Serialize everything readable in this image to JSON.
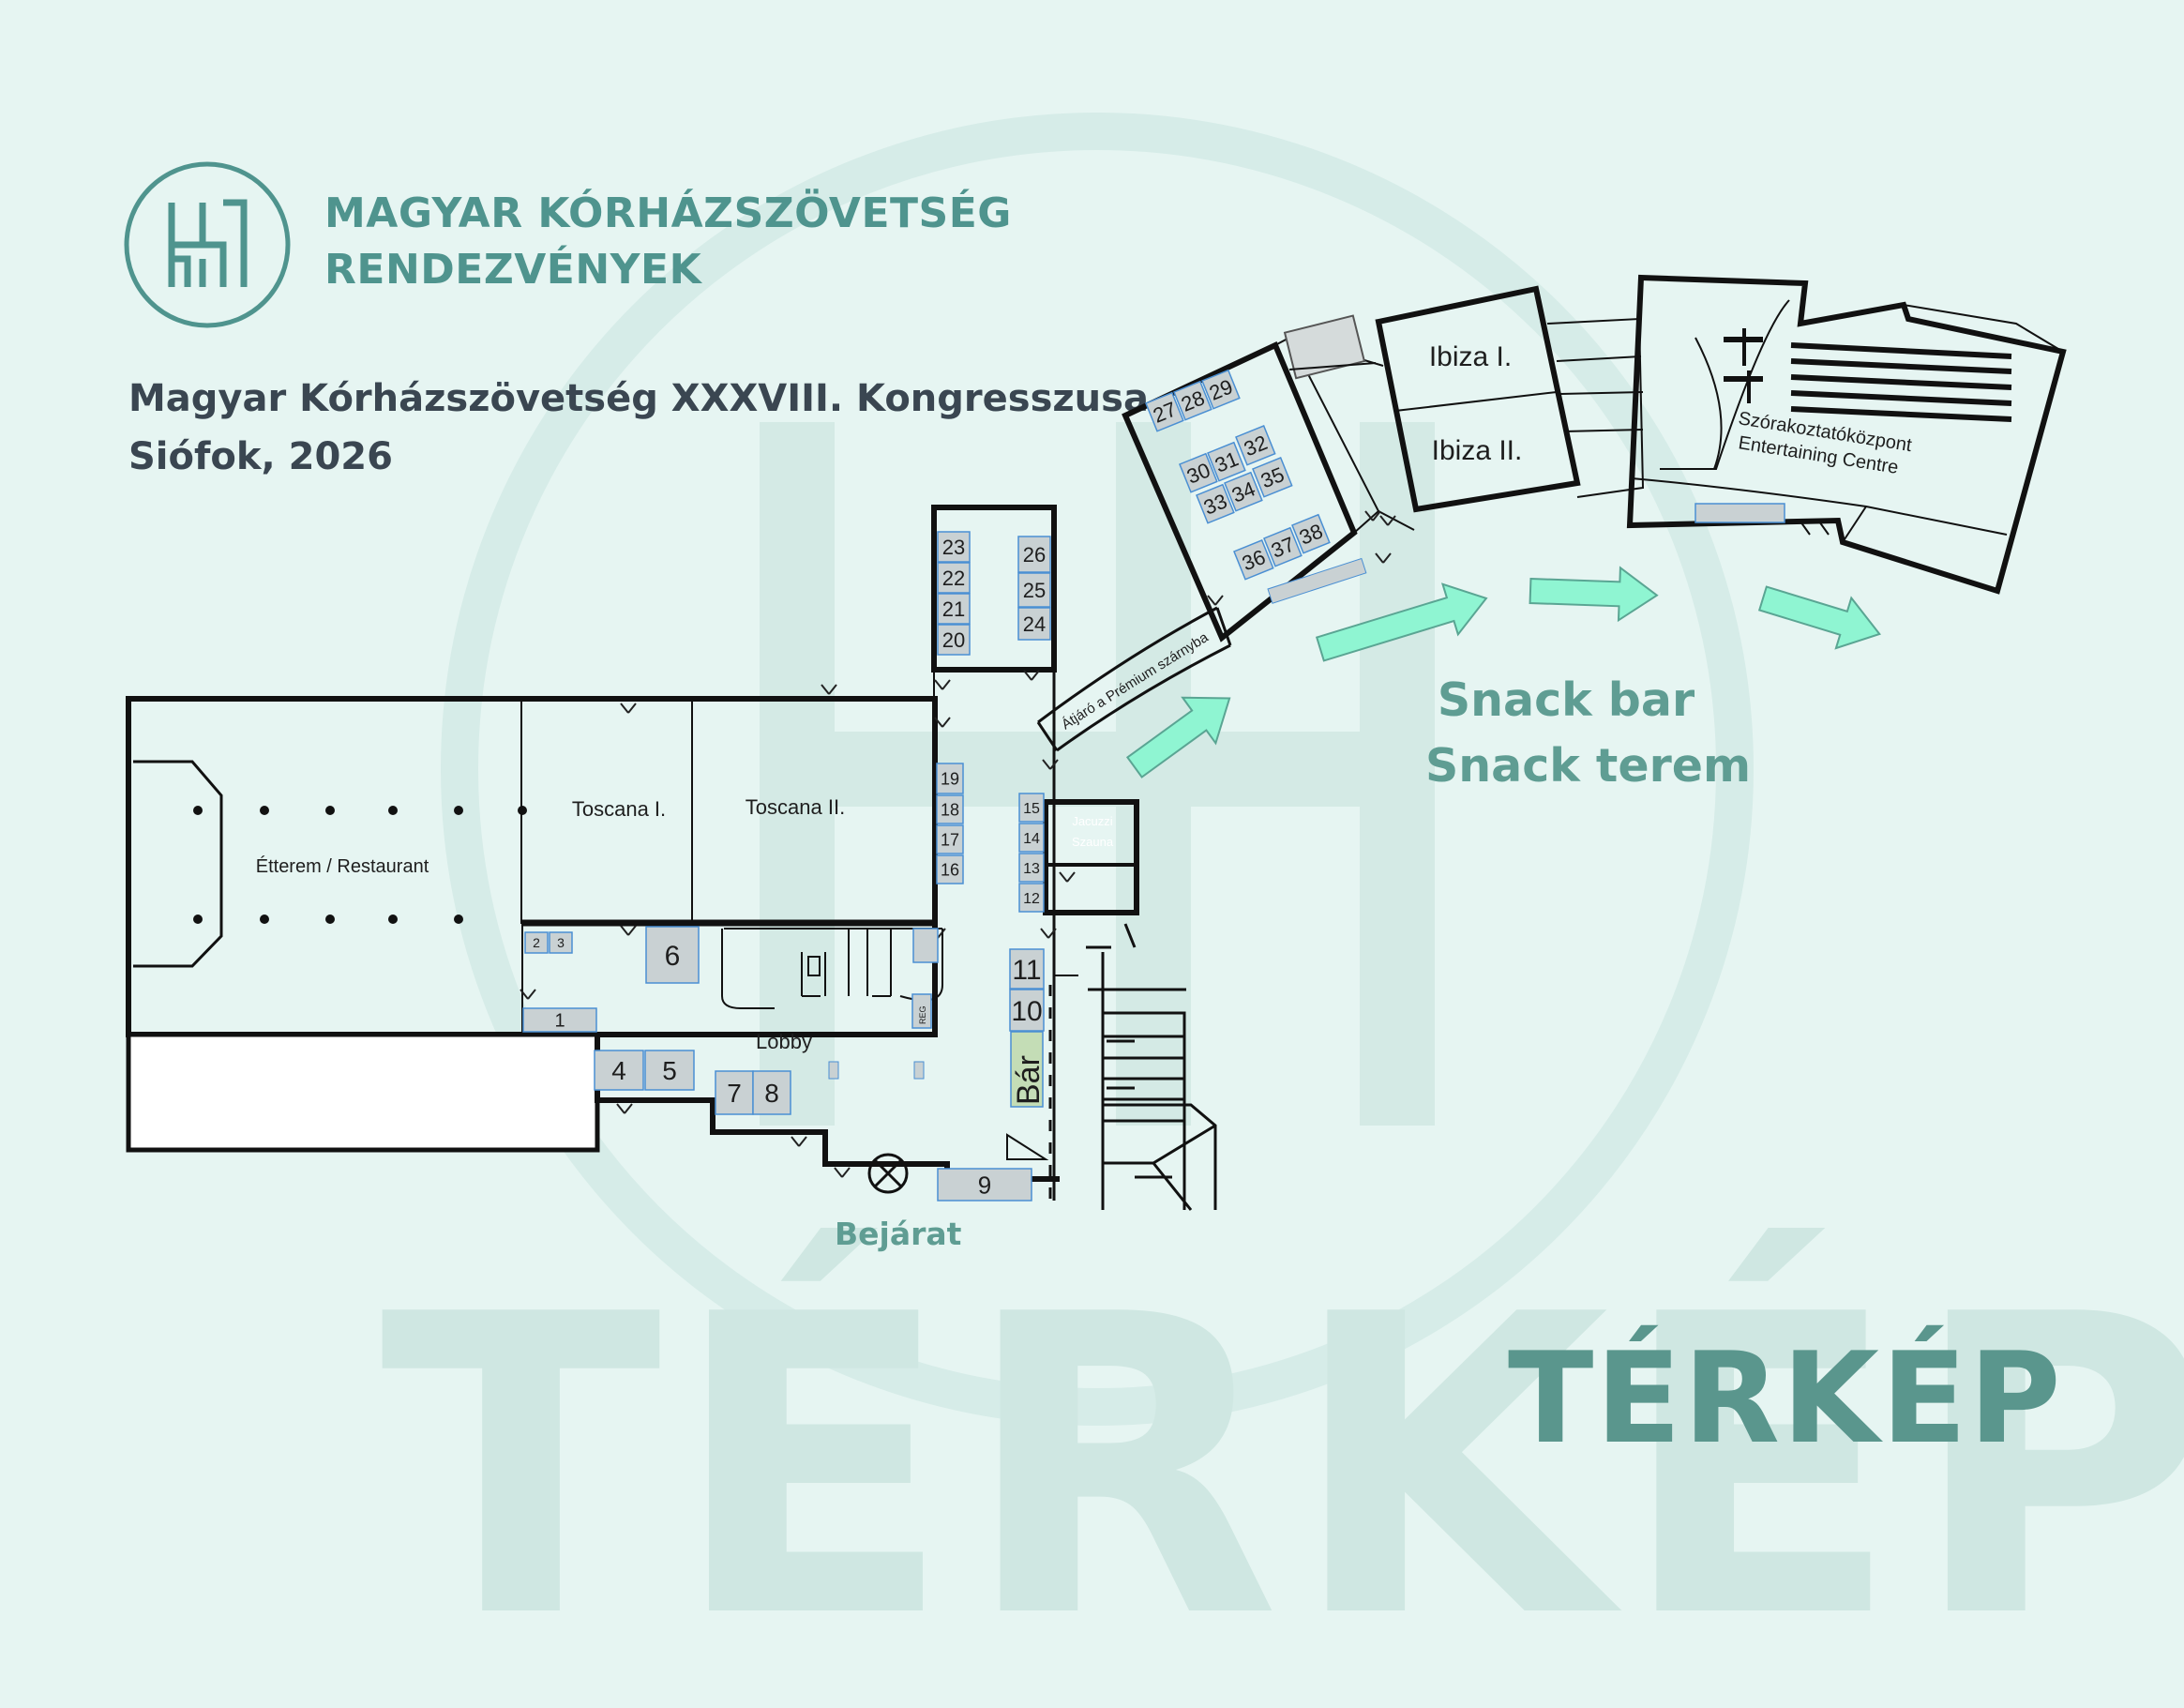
{
  "header": {
    "org_line1": "MAGYAR KÓRHÁZSZÖVETSÉG",
    "org_line2": "RENDEZVÉNYEK",
    "event_title": "Magyar Kórházszövetség XXXVIII. Kongresszusa",
    "event_place": "Siófok, 2026"
  },
  "rooms": {
    "restaurant": "Étterem / Restaurant",
    "toscana1": "Toscana I.",
    "toscana2": "Toscana II.",
    "lobby": "Lobby",
    "bar": "Bár",
    "reg": "REG",
    "ibiza1": "Ibiza I.",
    "ibiza2": "Ibiza II.",
    "entertaining_hu": "Szórakoztatóközpont",
    "entertaining_en": "Entertaining Centre",
    "corridor": "Átjáró a Prémium szárnyba",
    "small_room_a": "Jacuzzi",
    "small_room_b": "Szauna"
  },
  "booths": [
    "1",
    "2",
    "3",
    "4",
    "5",
    "6",
    "7",
    "8",
    "9",
    "10",
    "11",
    "12",
    "13",
    "14",
    "15",
    "16",
    "17",
    "18",
    "19",
    "20",
    "21",
    "22",
    "23",
    "24",
    "25",
    "26",
    "27",
    "28",
    "29",
    "30",
    "31",
    "32",
    "33",
    "34",
    "35",
    "36",
    "37",
    "38"
  ],
  "snack": {
    "line1": "Snack bar",
    "line2": "Snack terem"
  },
  "entrance": "Bejárat",
  "title_big": "TÉRKÉP",
  "colors": {
    "background": "#e6f5f2",
    "brand": "#4f948e",
    "booth_fill": "#c9d1d3",
    "booth_stroke": "#4a8fd3",
    "arrow_fill": "#8ff5d2",
    "arrow_stroke": "#5aa593",
    "bar_fill": "#c4ddb6"
  },
  "icons": [
    "hospital-logo-icon",
    "direction-arrow-icon",
    "revolving-door-icon",
    "door-icon"
  ]
}
